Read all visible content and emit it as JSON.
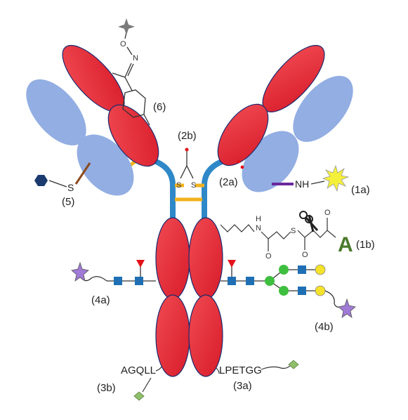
{
  "colors": {
    "heavy_chain": "#e8323c",
    "light_chain": "#92aee3",
    "hinge": "#2f88c8",
    "disulfide": "#f2b21c",
    "linker_nh": "#6a2a9c",
    "linker_s5": "#8b4a1e",
    "hexagon": "#1b3a6e",
    "glycan_blue": "#1f6fb5",
    "glycan_green": "#3fbf3f",
    "glycan_yellow": "#f5e22a",
    "fucose_red": "#e3121a",
    "star_purple": "#a07ad6",
    "diamond_green": "#8fbf6a",
    "payload_a": "#4a7a2a",
    "burst_yellow": "#f4f03a"
  },
  "icons": {
    "scissors": "scissors-icon",
    "payload_burst": "star-burst-icon",
    "payload_star": "star-icon",
    "payload_hexagon": "hexagon-icon"
  },
  "labels": {
    "l1a": "(1a)",
    "l1b": "(1b)",
    "l2a": "(2a)",
    "l2b": "(2b)",
    "l3a": "(3a)",
    "l3b": "(3b)",
    "l4a": "(4a)",
    "l4b": "(4b)",
    "l5": "(5)",
    "l6": "(6)"
  },
  "atoms": {
    "nh": "NH",
    "s5": "S",
    "s_left": "S",
    "s_right": "S",
    "o_oxime": "O",
    "n_oxime": "N",
    "linker_h": "H",
    "linker_n": "N",
    "linker_s": "S",
    "o1": "O",
    "o2": "O",
    "o3": "O",
    "payload_a": "A"
  },
  "peptides": {
    "left": "AGQLL",
    "right": "LPETGG"
  }
}
